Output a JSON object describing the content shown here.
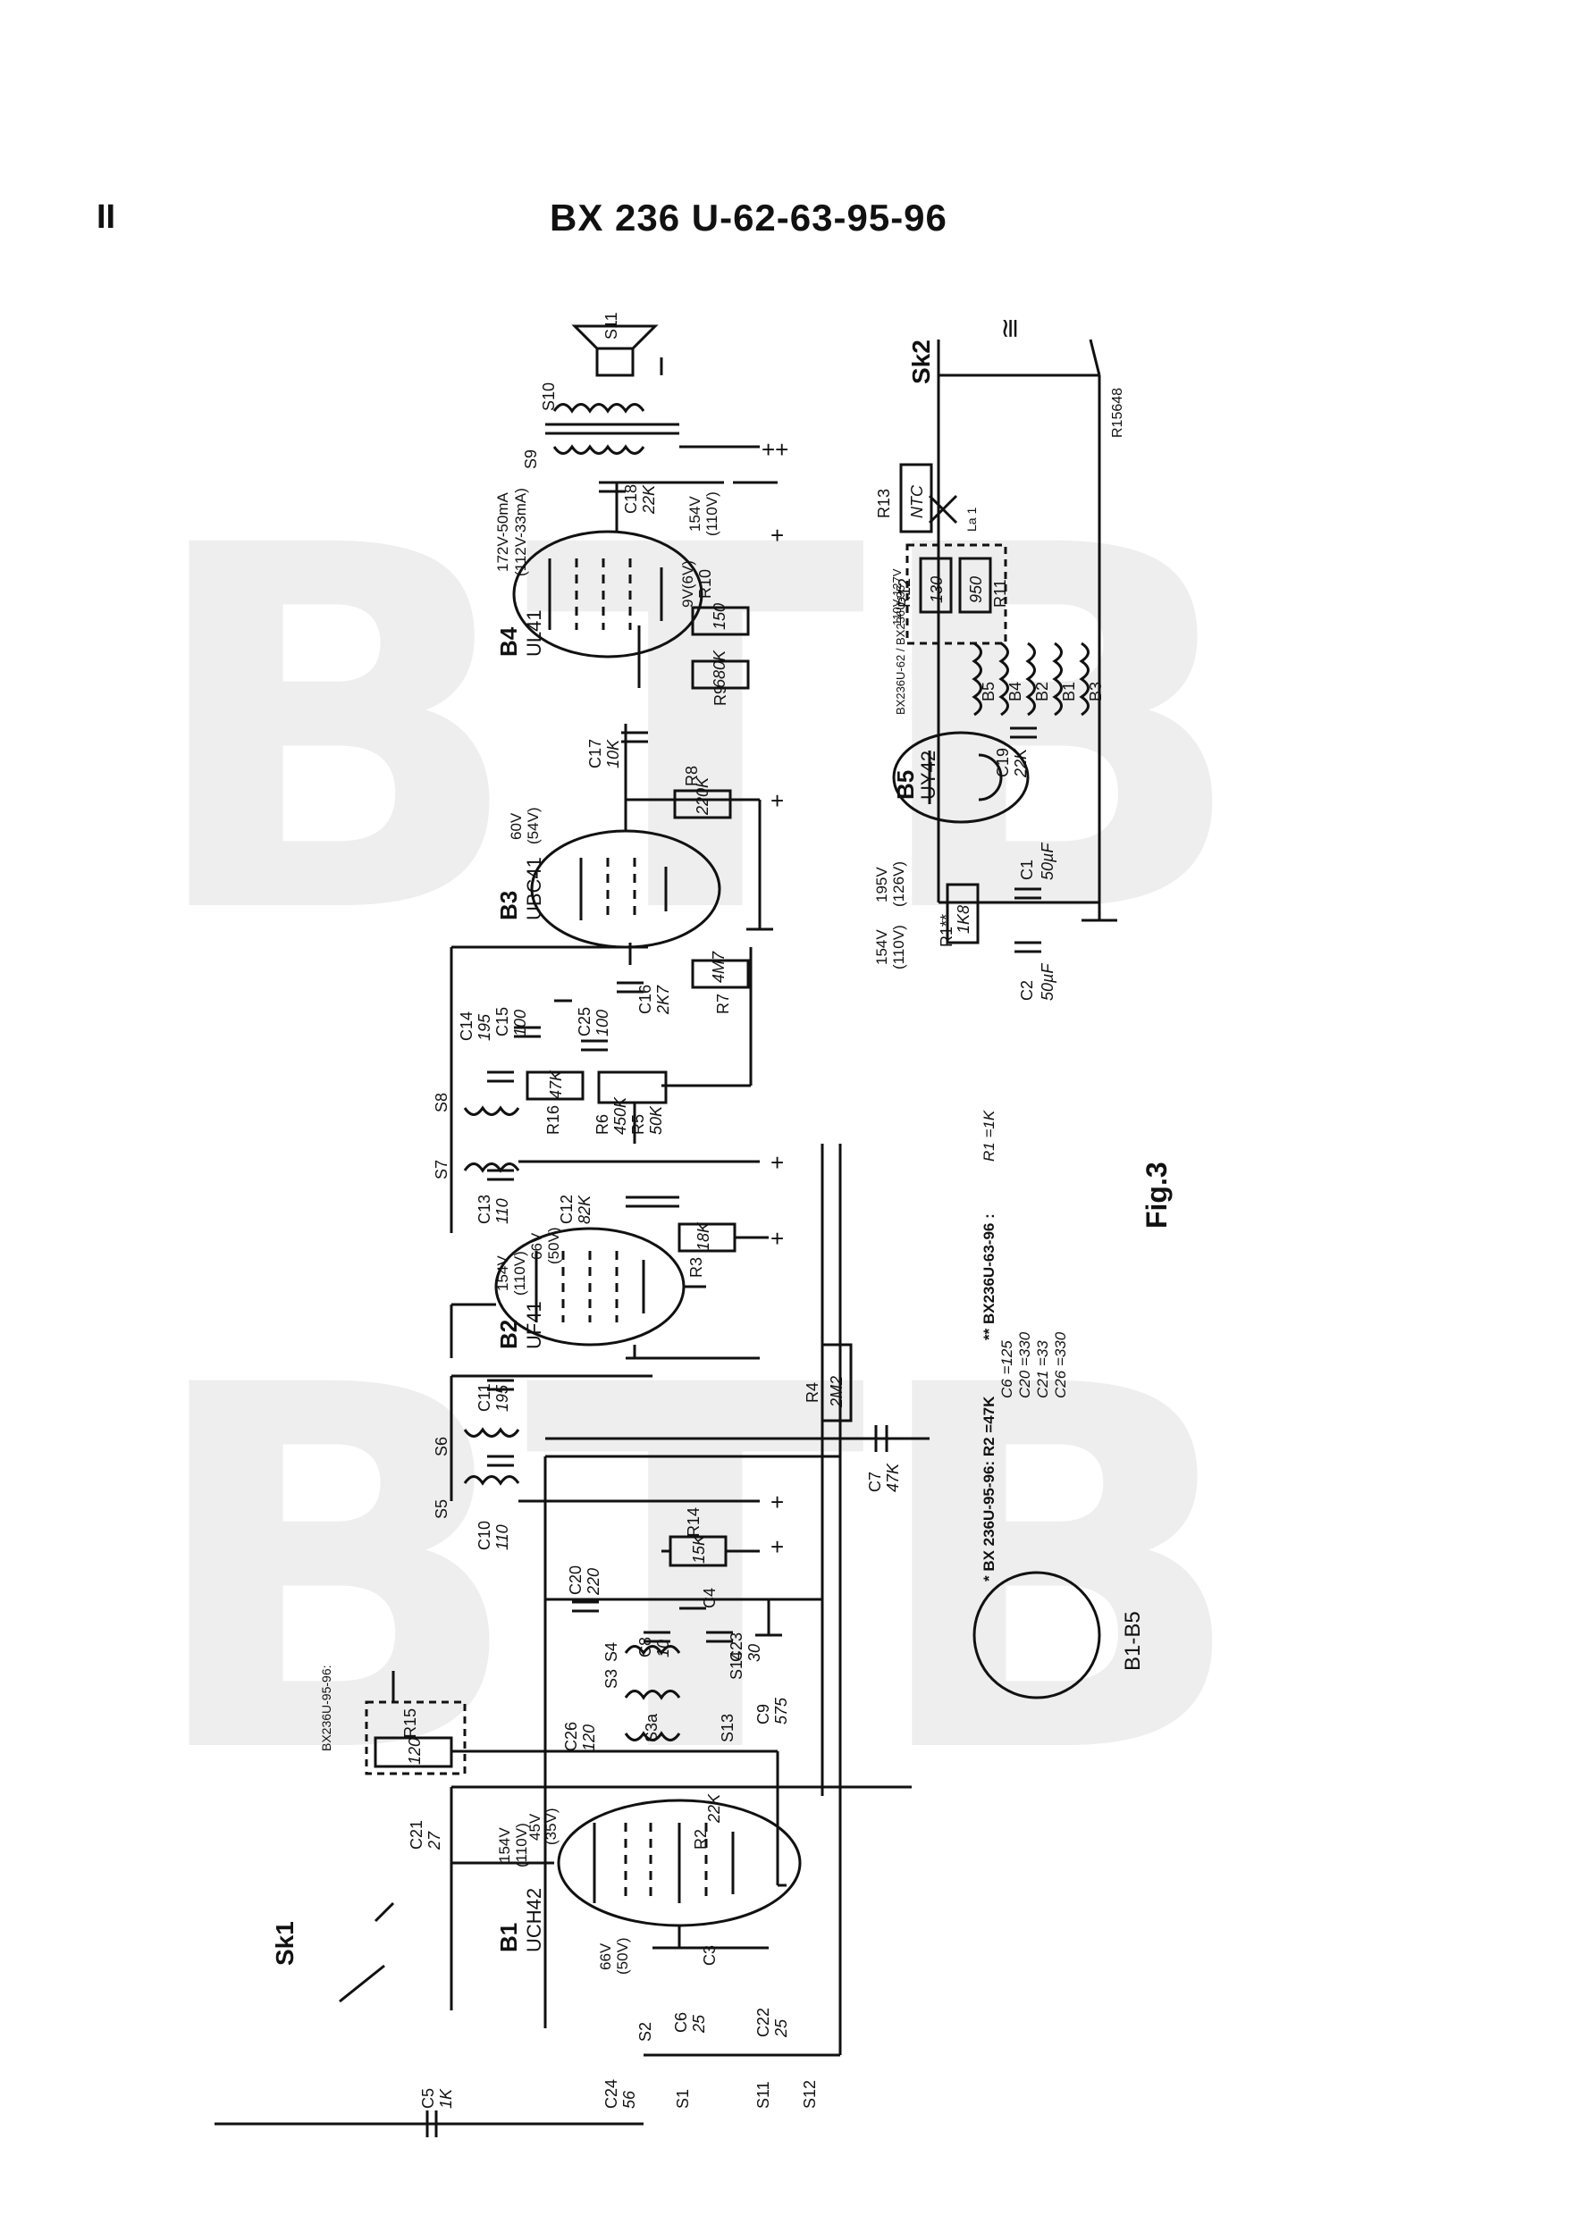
{
  "page": {
    "number": "II",
    "title": "BX 236 U-62-63-95-96"
  },
  "watermark": {
    "text_top": "BTB",
    "text_bottom": "BTB",
    "color": "#eeeeee"
  },
  "figure": {
    "caption": "Fig.3",
    "code": "R15648",
    "power_symbol": "≅",
    "tubes": [
      {
        "ref": "B1",
        "type": "UCH42"
      },
      {
        "ref": "B2",
        "type": "UF41"
      },
      {
        "ref": "B3",
        "type": "UBC41"
      },
      {
        "ref": "B4",
        "type": "UL41"
      },
      {
        "ref": "B5",
        "type": "UY42"
      }
    ],
    "sockets": {
      "sk1": "Sk1",
      "sk2": "Sk2",
      "base": "B1-B5"
    },
    "resistors": {
      "r1": "R1**",
      "r1v": "1K8",
      "r2": "R2",
      "r2v": "22K",
      "r3": "R3",
      "r3v": "18K",
      "r4": "R4",
      "r4v": "2M2",
      "r5": "R5",
      "r5v": "50K",
      "r6": "R6",
      "r6v": "450K",
      "r7": "R7",
      "r7v": "4M7",
      "r8": "R8",
      "r8v": "220K",
      "r9": "R9",
      "r9v": "680K",
      "r10": "R10",
      "r10v": "150",
      "r11": "R11",
      "r11v": "950",
      "r12": "R12",
      "r12v": "130",
      "r13": "R13",
      "r13v": "NTC",
      "r14": "R14",
      "r14v": "15K",
      "r15": "R15",
      "r15v": "120",
      "r16": "R16",
      "r16v": "47K"
    },
    "capacitors": {
      "c1": "C1",
      "c1v": "50µF",
      "c2": "C2",
      "c2v": "50µF",
      "c3": "C3",
      "c4": "C4",
      "c5": "C5",
      "c5v": "1K",
      "c6": "C6",
      "c6v": "25",
      "c7": "C7",
      "c7v": "47K",
      "c8": "C8",
      "c8v": "10",
      "c9": "C9",
      "c9v": "575",
      "c10": "C10",
      "c10v": "110",
      "c11": "C11",
      "c11v": "195",
      "c12": "C12",
      "c12v": "82K",
      "c13": "C13",
      "c13v": "110",
      "c14": "C14",
      "c14v": "195",
      "c15": "C15",
      "c15v": "100",
      "c16": "C16",
      "c16v": "2K7",
      "c17": "C17",
      "c17v": "10K",
      "c18": "C18",
      "c18v": "22K",
      "c19": "C19",
      "c19v": "22K",
      "c20": "C20",
      "c20v": "220",
      "c21": "C21",
      "c21v": "27",
      "c22": "C22",
      "c22v": "25",
      "c23": "C23",
      "c23v": "30",
      "c24": "C24",
      "c24v": "56",
      "c25": "C25",
      "c25v": "100",
      "c26": "C26",
      "c26v": "120"
    },
    "coils": {
      "s1": "S1",
      "s2": "S2",
      "s3": "S3",
      "s3a": "S3a",
      "s4": "S4",
      "s5": "S5",
      "s6": "S6",
      "s7": "S7",
      "s8": "S8",
      "s9": "S9",
      "s10": "S10",
      "s11": "S11",
      "s12": "S12",
      "s13": "S13",
      "s14": "S14"
    },
    "voltages": {
      "b1_66": "66V",
      "b1_50": "(50V)",
      "b1_154": "154V",
      "b1_110": "(110V)",
      "b1_45": "45V",
      "b1_35": "(35V)",
      "b2_154": "154V",
      "b2_110": "(110V)",
      "b2_66": "66V",
      "b2_50": "(50V)",
      "b3_60": "60V",
      "b3_54": "(54V)",
      "b4_current": "172V-50mA",
      "b4_current_alt": "(112V-33mA)",
      "b4_154": "154V",
      "b4_110": "(110V)",
      "b4_9": "9V(6V)",
      "ps_195": "195V",
      "ps_126": "(126V)",
      "ps_154": "154V",
      "ps_110": "(110V)",
      "mains_range": "110V-127V"
    },
    "notes": {
      "variant_r15": "BX236U-95-96:",
      "variant_b5": "BX236U-62 / BX236U-95",
      "star": "* BX 236U-95-96: R2 =47K",
      "star_values": [
        "C6 =125",
        "C20 =330",
        "C21 =33",
        "C26 =330"
      ],
      "double_star": "** BX236U-63-96 :",
      "r1_note": "R1 =1K",
      "heater_string": [
        "B5",
        "B4",
        "B2",
        "B1",
        "B3"
      ],
      "lamp": "La 1",
      "plus": "+",
      "plusplus": "++"
    }
  }
}
